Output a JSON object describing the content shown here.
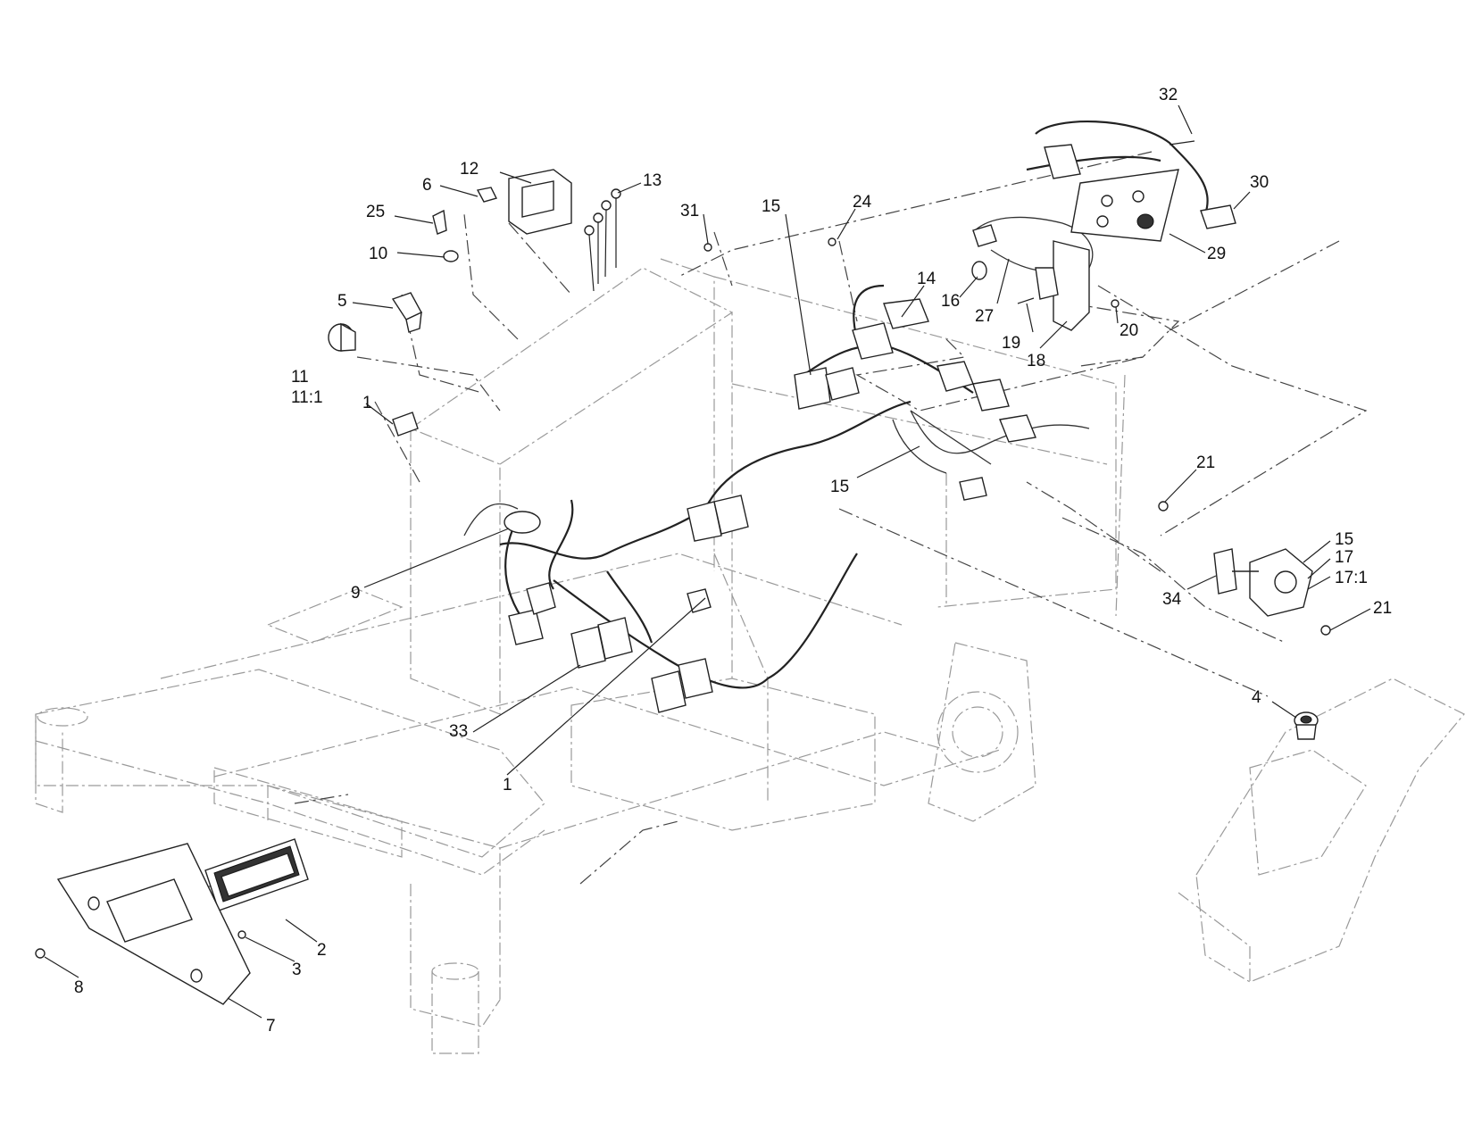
{
  "callouts": [
    {
      "id": "c1",
      "text": "32"
    },
    {
      "id": "c2",
      "text": "30"
    },
    {
      "id": "c3",
      "text": "29"
    },
    {
      "id": "c4",
      "text": "24"
    },
    {
      "id": "c5",
      "text": "15"
    },
    {
      "id": "c6",
      "text": "14"
    },
    {
      "id": "c7",
      "text": "16"
    },
    {
      "id": "c8",
      "text": "27"
    },
    {
      "id": "c9",
      "text": "19"
    },
    {
      "id": "c10",
      "text": "20"
    },
    {
      "id": "c11",
      "text": "18"
    },
    {
      "id": "c12",
      "text": "12"
    },
    {
      "id": "c13",
      "text": "13"
    },
    {
      "id": "c14",
      "text": "6"
    },
    {
      "id": "c15",
      "text": "31"
    },
    {
      "id": "c16",
      "text": "25"
    },
    {
      "id": "c17",
      "text": "10"
    },
    {
      "id": "c18",
      "text": "5"
    },
    {
      "id": "c19",
      "text": "11"
    },
    {
      "id": "c20",
      "text": "11:1"
    },
    {
      "id": "c21",
      "text": "1"
    },
    {
      "id": "c22",
      "text": "15"
    },
    {
      "id": "c23",
      "text": "21"
    },
    {
      "id": "c24",
      "text": "15"
    },
    {
      "id": "c25",
      "text": "17"
    },
    {
      "id": "c26",
      "text": "17:1"
    },
    {
      "id": "c27",
      "text": "34"
    },
    {
      "id": "c28",
      "text": "21"
    },
    {
      "id": "c29",
      "text": "9"
    },
    {
      "id": "c30",
      "text": "4"
    },
    {
      "id": "c31",
      "text": "33"
    },
    {
      "id": "c32",
      "text": "1"
    },
    {
      "id": "c33",
      "text": "2"
    },
    {
      "id": "c34",
      "text": "3"
    },
    {
      "id": "c35",
      "text": "8"
    },
    {
      "id": "c36",
      "text": "7"
    }
  ]
}
